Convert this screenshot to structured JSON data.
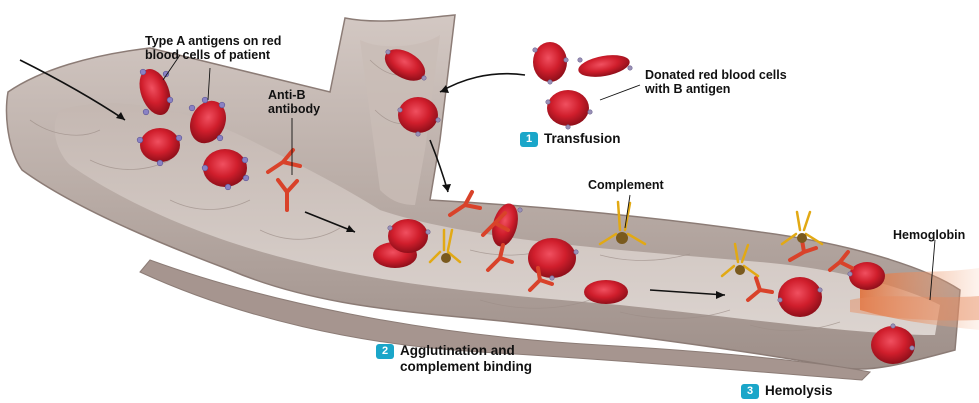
{
  "labels": {
    "type_a_antigens_line1": "Type A antigens on red",
    "type_a_antigens_line2": "blood cells of patient",
    "anti_b_line1": "Anti-B",
    "anti_b_line2": "antibody",
    "donated_line1": "Donated red blood cells",
    "donated_line2": "with B antigen",
    "complement": "Complement",
    "hemoglobin": "Hemoglobin"
  },
  "steps": [
    {
      "number": "1",
      "label": "Transfusion"
    },
    {
      "number": "2",
      "label_line1": "Agglutination and",
      "label_line2": "complement binding"
    },
    {
      "number": "3",
      "label": "Hemolysis"
    }
  ],
  "colors": {
    "vessel": "#b9aca6",
    "vessel_dark": "#8c7c76",
    "rbc": "#d01e2c",
    "rbc_dark": "#8f0f1a",
    "antigen_a": "#8a82c4",
    "antigen_b": "#9a91b8",
    "antibody": "#d9422a",
    "complement": "#f3c21a",
    "hemoglobin": "#e0703a",
    "badge": "#1aa6c9"
  }
}
